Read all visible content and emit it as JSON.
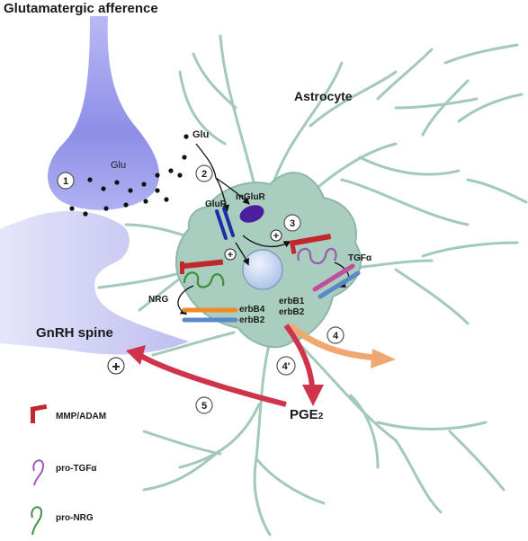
{
  "title": "Glutamatergic afference",
  "labels": {
    "astrocyte": "Astrocyte",
    "glu_vesicle": "Glu",
    "glu_free": "Glu",
    "glur": "GluR",
    "mglur": "mGluR",
    "tgfa": "TGFα",
    "nrg": "NRG",
    "erbb4": "erbB4",
    "erbb2_left": "erbB2",
    "erbb1": "erbB1",
    "erbb2_right": "erbB2",
    "gnrh_spine": "GnRH spine",
    "pge": "PGE",
    "pge_sub": "2",
    "plus": "+"
  },
  "steps": [
    "1",
    "2",
    "3",
    "4",
    "4'",
    "5"
  ],
  "legend": [
    {
      "label": "MMP/ADAM",
      "icon": "mmp-adam-icon",
      "color": "#c0282d"
    },
    {
      "label": "pro-TGFα",
      "icon": "pro-tgfa-icon",
      "color": "#9b59b6"
    },
    {
      "label": "pro-NRG",
      "icon": "pro-nrg-icon",
      "color": "#3f8f3f"
    }
  ],
  "colors": {
    "astrocyte": "#a9cdbf",
    "astrocyte_edge": "#8fb8a8",
    "presynaptic": "#8f8fe8",
    "arrow_red": "#d0344d",
    "arrow_orange": "#f0a870",
    "nucleus": "#c7d8f2",
    "mglur": "#4b1ea0",
    "glur": "#1d2fa8"
  }
}
